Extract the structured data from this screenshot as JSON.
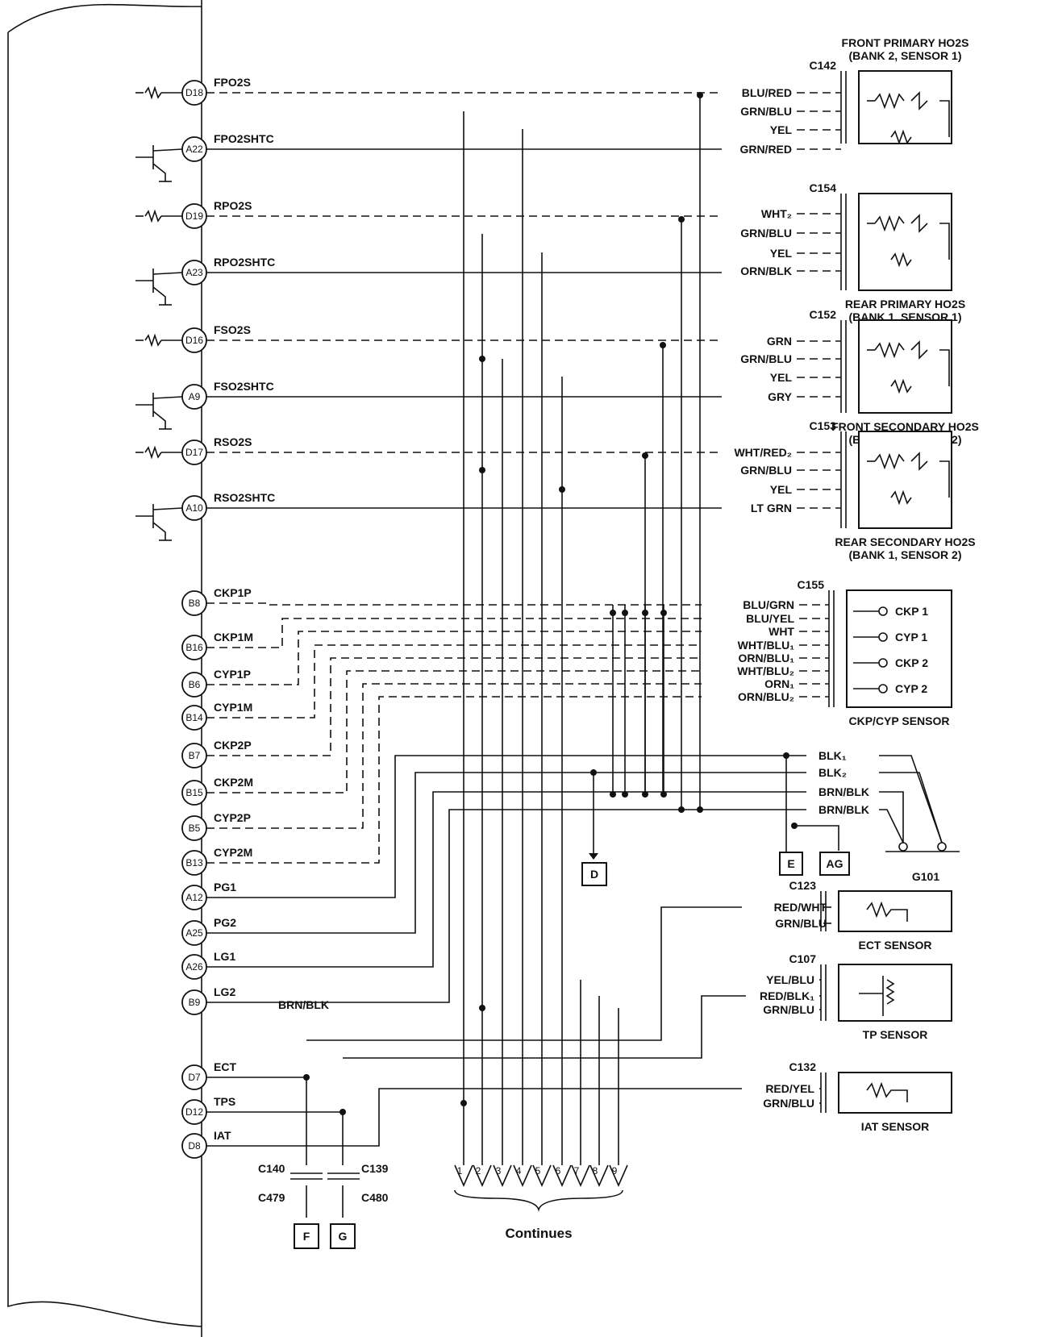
{
  "ecm_pins": [
    {
      "pin": "D18",
      "signal": "FPO2S"
    },
    {
      "pin": "A22",
      "signal": "FPO2SHTC"
    },
    {
      "pin": "D19",
      "signal": "RPO2S"
    },
    {
      "pin": "A23",
      "signal": "RPO2SHTC"
    },
    {
      "pin": "D16",
      "signal": "FSO2S"
    },
    {
      "pin": "A9",
      "signal": "FSO2SHTC"
    },
    {
      "pin": "D17",
      "signal": "RSO2S"
    },
    {
      "pin": "A10",
      "signal": "RSO2SHTC"
    },
    {
      "pin": "B8",
      "signal": "CKP1P"
    },
    {
      "pin": "B16",
      "signal": "CKP1M"
    },
    {
      "pin": "B6",
      "signal": "CYP1P"
    },
    {
      "pin": "B14",
      "signal": "CYP1M"
    },
    {
      "pin": "B7",
      "signal": "CKP2P"
    },
    {
      "pin": "B15",
      "signal": "CKP2M"
    },
    {
      "pin": "B5",
      "signal": "CYP2P"
    },
    {
      "pin": "B13",
      "signal": "CYP2M"
    },
    {
      "pin": "A12",
      "signal": "PG1"
    },
    {
      "pin": "A25",
      "signal": "PG2"
    },
    {
      "pin": "A26",
      "signal": "LG1"
    },
    {
      "pin": "B9",
      "signal": "LG2"
    },
    {
      "pin": "D7",
      "signal": "ECT"
    },
    {
      "pin": "D12",
      "signal": "TPS"
    },
    {
      "pin": "D8",
      "signal": "IAT"
    }
  ],
  "sensors": {
    "front_primary": {
      "title": "FRONT PRIMARY HO2S",
      "subtitle": "(BANK 2, SENSOR 1)",
      "connector": "C142",
      "wires": [
        "BLU/RED",
        "GRN/BLU",
        "YEL",
        "GRN/RED"
      ]
    },
    "rear_primary": {
      "title": "REAR PRIMARY HO2S",
      "subtitle": "(BANK 1, SENSOR 1)",
      "connector": "C154",
      "wires": [
        "WHT₂",
        "GRN/BLU",
        "YEL",
        "ORN/BLK"
      ]
    },
    "front_secondary": {
      "title": "FRONT SECONDARY HO2S",
      "subtitle": "(BANK 2, SENSOR 2)",
      "connector": "C152",
      "wires": [
        "GRN",
        "GRN/BLU",
        "YEL",
        "GRY"
      ]
    },
    "rear_secondary": {
      "title": "REAR SECONDARY HO2S",
      "subtitle": "(BANK 1, SENSOR 2)",
      "connector": "C153",
      "wires": [
        "WHT/RED₂",
        "GRN/BLU",
        "YEL",
        "LT GRN"
      ]
    },
    "ckp_cyp": {
      "title": "CKP/CYP SENSOR",
      "connector": "C155",
      "wires": [
        "BLU/GRN",
        "BLU/YEL",
        "WHT",
        "WHT/BLU₁",
        "ORN/BLU₁",
        "WHT/BLU₂",
        "ORN₁",
        "ORN/BLU₂"
      ],
      "elements": [
        "CKP 1",
        "CYP 1",
        "CKP 2",
        "CYP 2"
      ]
    },
    "ect": {
      "title": "ECT SENSOR",
      "connector": "C123",
      "wires": [
        "RED/WHT",
        "GRN/BLU"
      ]
    },
    "tp": {
      "title": "TP SENSOR",
      "connector": "C107",
      "wires": [
        "YEL/BLU",
        "RED/BLK₁",
        "GRN/BLU"
      ]
    },
    "iat": {
      "title": "IAT SENSOR",
      "connector": "C132",
      "wires": [
        "RED/YEL",
        "GRN/BLU"
      ]
    }
  },
  "grounds": {
    "wires": [
      "BLK₁",
      "BLK₂",
      "BRN/BLK",
      "BRN/BLK"
    ],
    "ground_label": "G101"
  },
  "lg2_wire": "BRN/BLK",
  "boxes": [
    "D",
    "E",
    "AG",
    "F",
    "G"
  ],
  "connectors_bottom": {
    "left_top": "C140",
    "left_bottom": "C479",
    "right_top": "C139",
    "right_bottom": "C480"
  },
  "continues": {
    "label": "Continues",
    "numbers": [
      "1",
      "2",
      "3",
      "4",
      "5",
      "6",
      "7",
      "8",
      "9"
    ]
  }
}
